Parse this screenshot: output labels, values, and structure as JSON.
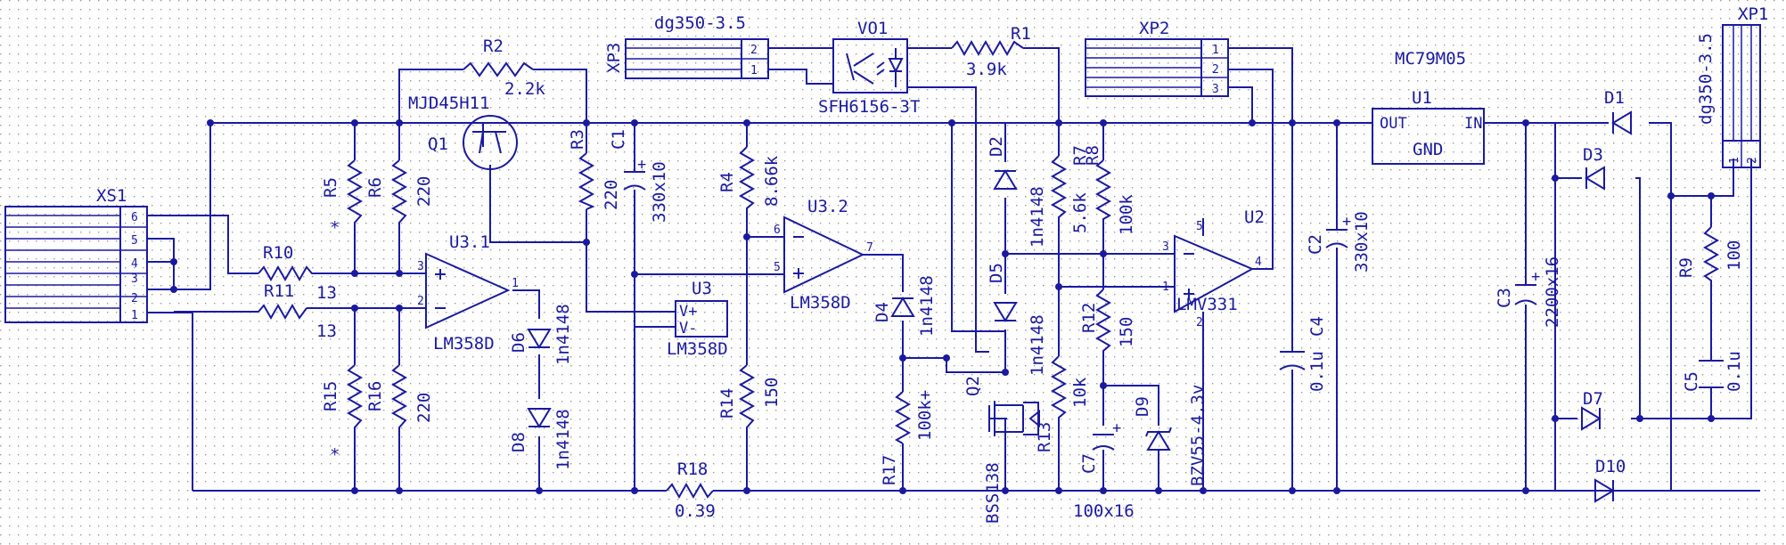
{
  "components": {
    "XS1": {
      "ref": "XS1",
      "pins": [
        "6",
        "5",
        "4",
        "3",
        "2",
        "1"
      ]
    },
    "XP1": {
      "ref": "XP1",
      "value": "dg350-3.5",
      "pins": [
        "1",
        "2"
      ]
    },
    "XP2": {
      "ref": "XP2",
      "pins": [
        "1",
        "2",
        "3"
      ]
    },
    "XP3": {
      "ref": "XP3",
      "value": "dg350-3.5",
      "pins": [
        "2",
        "1"
      ]
    },
    "VO1": {
      "ref": "VO1",
      "value": "SFH6156-3T"
    },
    "U1": {
      "ref": "U1",
      "value": "MC79M05",
      "out": "OUT",
      "in": "IN",
      "gnd": "GND"
    },
    "U2": {
      "ref": "U2",
      "value": "LMV331",
      "pins": [
        "3",
        "1",
        "4",
        "5",
        "2"
      ]
    },
    "U31": {
      "ref": "U3.1",
      "value": "LM358D",
      "pins": [
        "3",
        "2",
        "1"
      ]
    },
    "U32": {
      "ref": "U3.2",
      "value": "LM358D",
      "pins": [
        "6",
        "5",
        "7"
      ]
    },
    "U3": {
      "ref": "U3",
      "value": "LM358D",
      "vplus": "V+",
      "vminus": "V-"
    },
    "Q1": {
      "ref": "Q1",
      "value": "MJD45H11"
    },
    "Q2": {
      "ref": "Q2",
      "value": "BSS138"
    },
    "R1": {
      "ref": "R1",
      "value": "3.9k"
    },
    "R2": {
      "ref": "R2",
      "value": "2.2k"
    },
    "R3": {
      "ref": "R3",
      "value": "220"
    },
    "R4": {
      "ref": "R4",
      "value": "8.66k"
    },
    "R5": {
      "ref": "R5",
      "value": "*"
    },
    "R6": {
      "ref": "R6",
      "value": "220"
    },
    "R7": {
      "ref": "R7",
      "value": "5.6k"
    },
    "R8": {
      "ref": "R8",
      "value": "100k"
    },
    "R9": {
      "ref": "R9",
      "value": "100"
    },
    "R10": {
      "ref": "R10",
      "value": "13"
    },
    "R11": {
      "ref": "R11",
      "value": "13"
    },
    "R12": {
      "ref": "R12",
      "value": "150"
    },
    "R13": {
      "ref": "R13",
      "value": "10k"
    },
    "R14": {
      "ref": "R14",
      "value": "150"
    },
    "R15": {
      "ref": "R15",
      "value": "*"
    },
    "R16": {
      "ref": "R16",
      "value": "220"
    },
    "R17": {
      "ref": "R17",
      "value": "100k+"
    },
    "R18": {
      "ref": "R18",
      "value": "0.39"
    },
    "C1": {
      "ref": "C1",
      "value": "330x10"
    },
    "C2": {
      "ref": "C2",
      "value": "330x10"
    },
    "C3": {
      "ref": "C3",
      "value": "2200x16"
    },
    "C4": {
      "ref": "C4",
      "value": "0.1u"
    },
    "C5": {
      "ref": "C5",
      "value": "0.1u"
    },
    "C7": {
      "ref": "C7",
      "value": "100x16"
    },
    "D1": {
      "ref": "D1"
    },
    "D2": {
      "ref": "D2",
      "value": "1n4148"
    },
    "D3": {
      "ref": "D3"
    },
    "D4": {
      "ref": "D4",
      "value": "1n4148"
    },
    "D5": {
      "ref": "D5",
      "value": "1n4148"
    },
    "D6": {
      "ref": "D6",
      "value": "1n4148"
    },
    "D7": {
      "ref": "D7"
    },
    "D8": {
      "ref": "D8",
      "value": "1n4148"
    },
    "D9": {
      "ref": "D9",
      "value": "BZV55-4.3v"
    },
    "D10": {
      "ref": "D10"
    }
  }
}
